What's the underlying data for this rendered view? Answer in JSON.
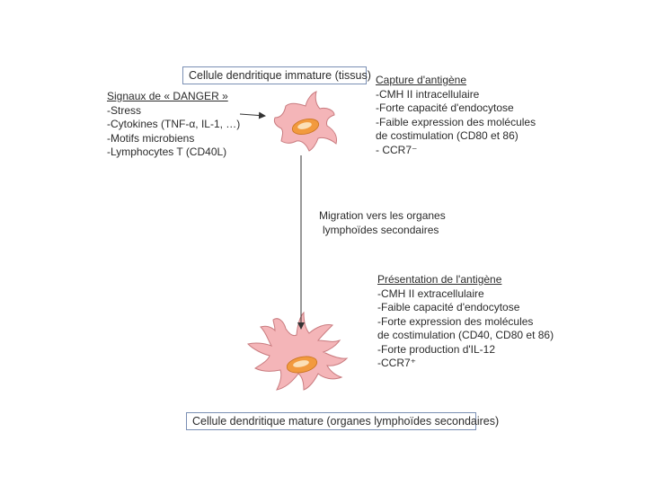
{
  "colors": {
    "cell_fill": "#f4b5b8",
    "cell_stroke": "#c97b7f",
    "nucleus_fill": "#f29a3e",
    "nucleus_highlight": "#fbe0b8",
    "box_border": "#7a8fb4",
    "arrow": "#333333"
  },
  "top_box": {
    "label": "Cellule dendritique immature (tissus)"
  },
  "bottom_box": {
    "label": "Cellule dendritique mature (organes lymphoïdes secondaires)"
  },
  "danger": {
    "title": "Signaux de « DANGER »",
    "items": [
      "-Stress",
      "-Cytokines (TNF-α, IL-1, …)",
      "-Motifs microbiens",
      "-Lymphocytes T (CD40L)"
    ]
  },
  "capture": {
    "title": "Capture d'antigène",
    "items": [
      "-CMH II intracellulaire",
      "-Forte capacité d'endocytose",
      "-Faible expression des molécules",
      "de costimulation (CD80 et 86)",
      "- CCR7⁻"
    ]
  },
  "migration": {
    "lines": [
      "Migration vers les organes",
      "lymphoïdes secondaires"
    ]
  },
  "presentation": {
    "title": "Présentation de l'antigène",
    "items": [
      "-CMH II extracellulaire",
      "-Faible capacité d'endocytose",
      "-Forte expression des molécules",
      "de costimulation (CD40, CD80 et 86)",
      "-Forte production d'IL-12",
      "-CCR7⁺"
    ]
  }
}
